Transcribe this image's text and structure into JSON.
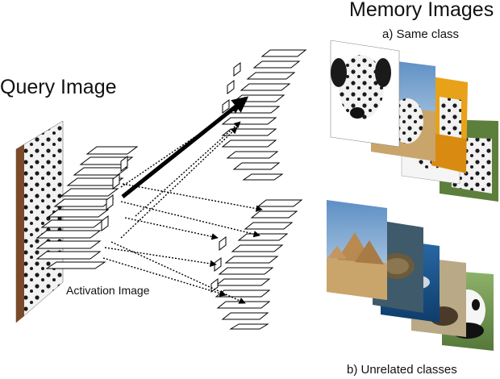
{
  "labels": {
    "query_image": "Query Image",
    "memory_images": "Memory Images",
    "same_class": "a) Same class",
    "unrelated_classes": "b) Unrelated classes",
    "activation_image": "Activation Image"
  },
  "images": {
    "query": "dalmatian-photo",
    "same_class": [
      "dalmatian-portrait",
      "dalmatian-beach",
      "dalmatian-flowers",
      "dalmatian-open-mouth",
      "dalmatian-field"
    ],
    "unrelated": [
      "pyramids",
      "sea-turtle",
      "fish-underwater",
      "ostrich",
      "panda"
    ]
  },
  "colors": {
    "arrow": "#000000",
    "sky": "#7fa8d0",
    "sand": "#c9a56b",
    "dalmatian_white": "#f2f2f2",
    "dalmatian_spot": "#1a1a1a"
  }
}
